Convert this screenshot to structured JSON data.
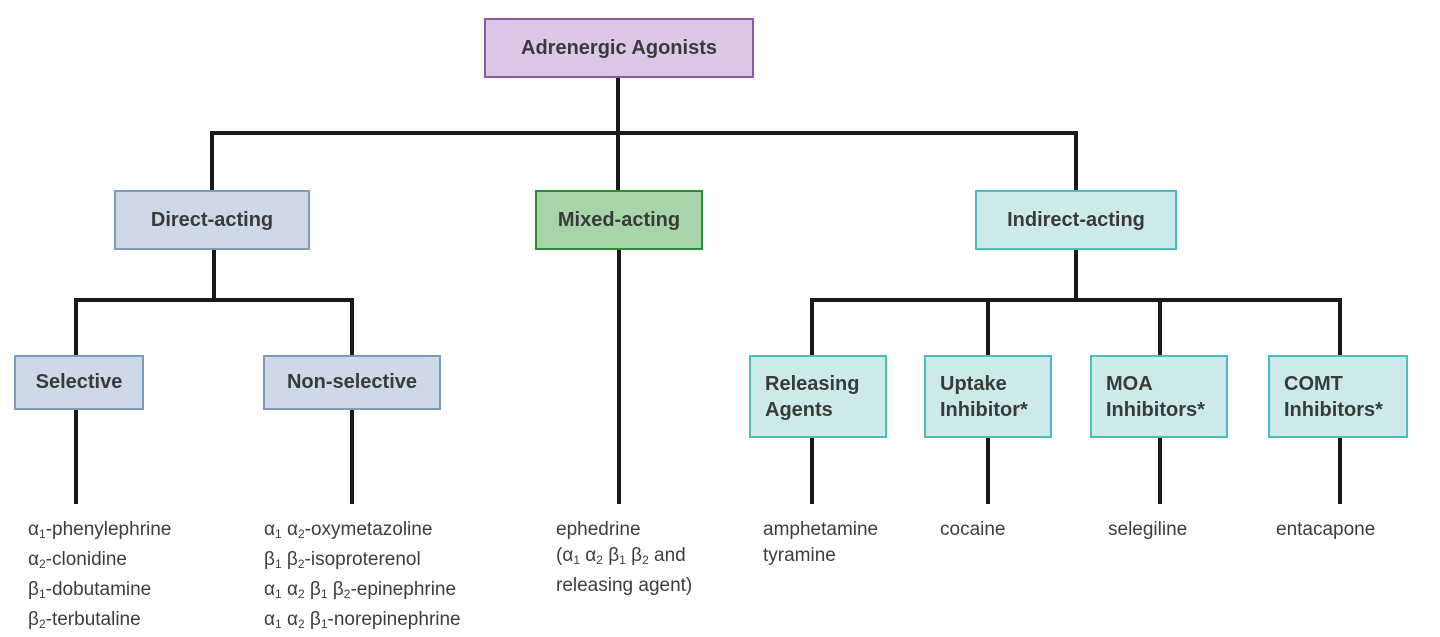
{
  "root": {
    "label": "Adrenergic Agonists"
  },
  "level1": {
    "direct": {
      "label": "Direct-acting"
    },
    "mixed": {
      "label": "Mixed-acting"
    },
    "indirect": {
      "label": "Indirect-acting"
    }
  },
  "level2": {
    "selective": {
      "label": "Selective"
    },
    "nonselective": {
      "label": "Non-selective"
    },
    "releasing": {
      "label": "Releasing\nAgents"
    },
    "uptake": {
      "label": "Uptake\nInhibitor*"
    },
    "moa": {
      "label": "MOA\nInhibitors*"
    },
    "comt": {
      "label": "COMT\nInhibitors*"
    }
  },
  "examples": {
    "selective": [
      {
        "r": "α",
        "s": "1",
        "n": "-phenylephrine"
      },
      {
        "r": "α",
        "s": "2",
        "n": "-clonidine"
      },
      {
        "r": "β",
        "s": "1",
        "n": "-dobutamine"
      },
      {
        "r": "β",
        "s": "2",
        "n": "-terbutaline"
      }
    ],
    "nonselective": [
      {
        "p1": "α",
        "s1": "1",
        "p2": " α",
        "s2": "2",
        "n": "-oxymetazoline"
      },
      {
        "p1": "β",
        "s1": "1",
        "p2": " β",
        "s2": "2",
        "n": "-isoproterenol"
      },
      {
        "p1": "α",
        "s1": "1",
        "p2": " α",
        "s2": "2",
        "p3": " β",
        "s3": "1",
        "p4": " β",
        "s4": "2",
        "n": "-epinephrine"
      },
      {
        "p1": "α",
        "s1": "1",
        "p2": " α",
        "s2": "2",
        "p3": " β",
        "s3": "1",
        "n": "-norepinephrine"
      }
    ],
    "mixed": {
      "line1": "ephedrine",
      "line2a": "(α",
      "s1": "1",
      "line2b": " α",
      "s2": "2",
      "line2c": " β",
      "s3": "1",
      "line2d": " β",
      "s4": "2",
      "line2e": " and",
      "line3": "releasing agent)"
    },
    "releasing": [
      "amphetamine",
      "tyramine"
    ],
    "uptake": [
      "cocaine"
    ],
    "moa": [
      "selegiline"
    ],
    "comt": [
      "entacapone"
    ]
  }
}
